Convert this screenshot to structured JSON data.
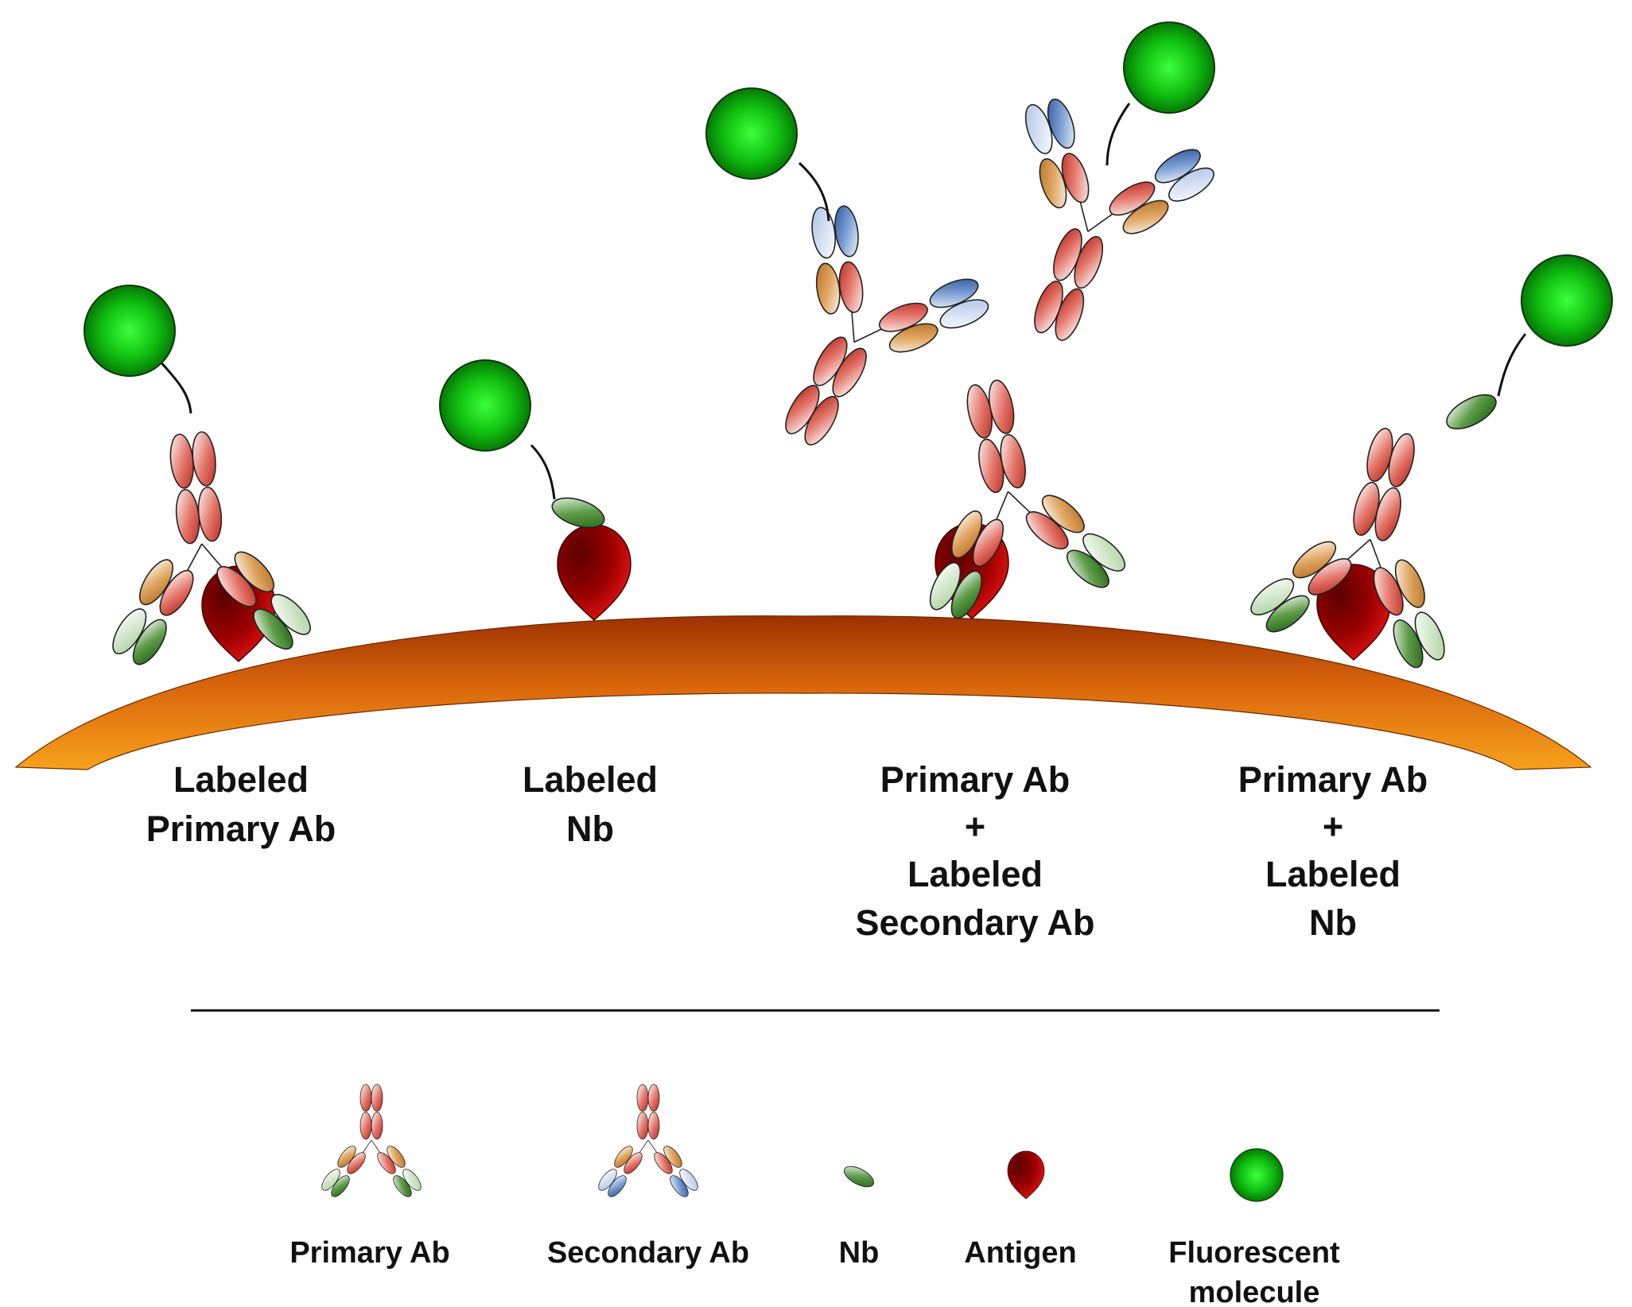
{
  "panels": [
    {
      "id": "labeled-primary-ab",
      "lines": [
        "Labeled",
        "Primary Ab"
      ]
    },
    {
      "id": "labeled-nb",
      "lines": [
        "Labeled",
        "Nb"
      ]
    },
    {
      "id": "primary-plus-labeled-secondary",
      "lines": [
        "Primary Ab",
        "+",
        "Labeled",
        "Secondary Ab"
      ]
    },
    {
      "id": "primary-plus-labeled-nb",
      "lines": [
        "Primary Ab",
        "+",
        "Labeled",
        "Nb"
      ]
    }
  ],
  "legend": {
    "primary_ab": "Primary Ab",
    "secondary_ab": "Secondary Ab",
    "nb": "Nb",
    "antigen": "Antigen",
    "fluorescent_line1": "Fluorescent",
    "fluorescent_line2": "molecule"
  },
  "colors": {
    "heavy_chain_red": "#c8423a",
    "constant_tan": "#c98a3c",
    "variable_green": "#2e7a1f",
    "variable_blue": "#2f5ea8",
    "antigen_red": "#b00000",
    "fluor_green": "#18b818",
    "surface_orange": "#e07a10"
  }
}
